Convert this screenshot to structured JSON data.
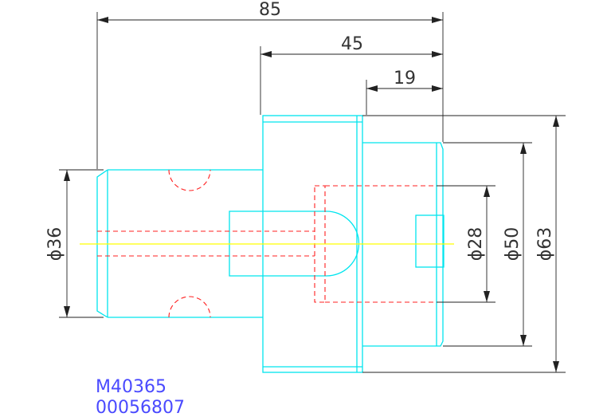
{
  "colors": {
    "outline": "#00e5ee",
    "hidden": "#ff2020",
    "centerline": "#ffff00",
    "dimension": "#222222",
    "code_text": "#4a4aff"
  },
  "dimensions": {
    "overall_length": "85",
    "head_length": "45",
    "tip_length": "19",
    "shank_diameter": "ϕ36",
    "bore_diameter": "ϕ28",
    "tip_diameter": "ϕ50",
    "head_diameter": "ϕ63"
  },
  "codes": {
    "part_code": "M40365",
    "serial": "00056807"
  }
}
